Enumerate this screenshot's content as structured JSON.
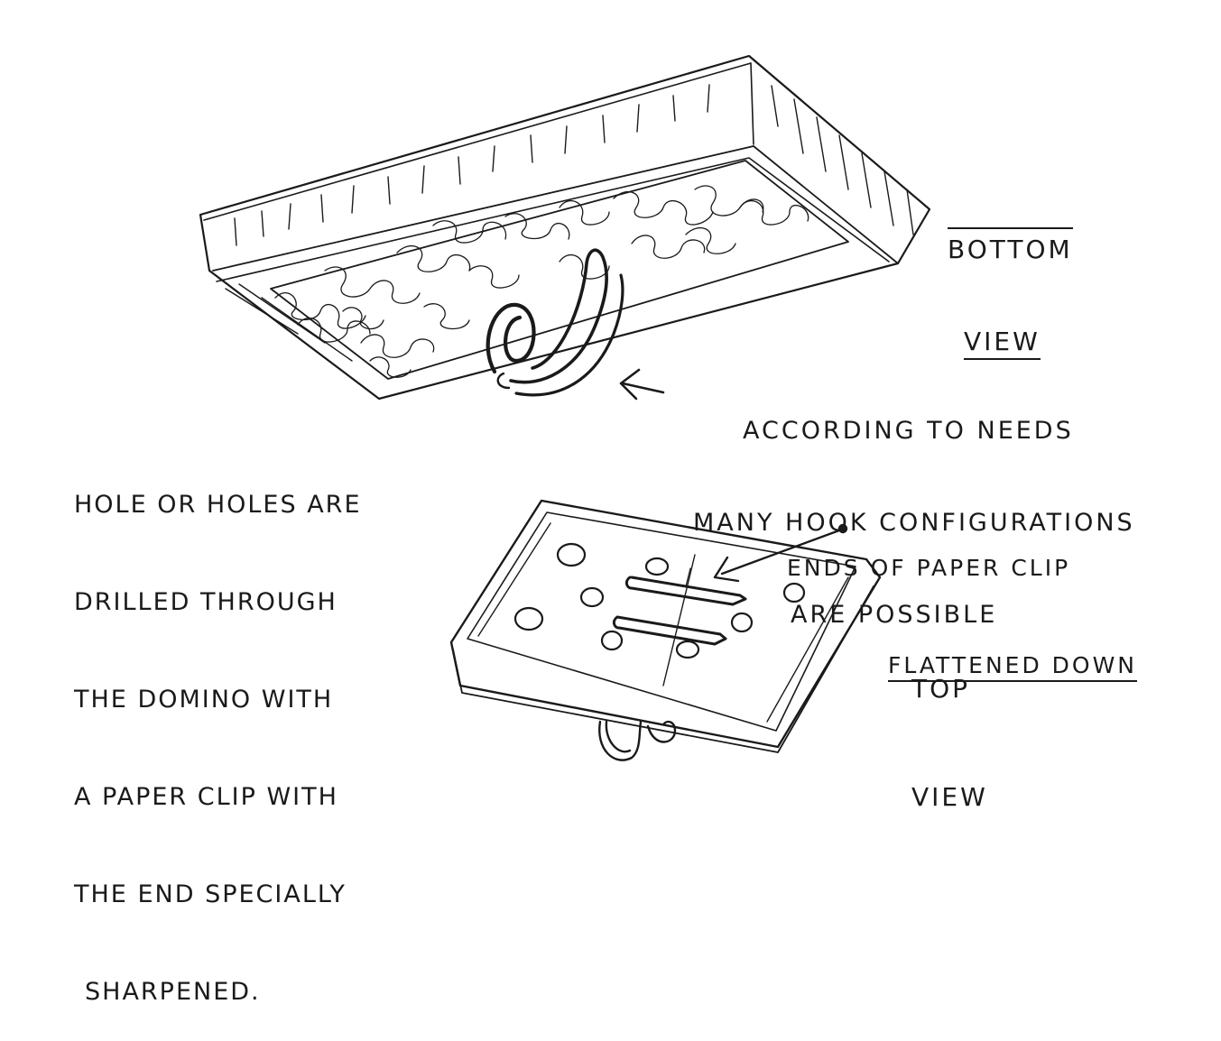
{
  "labels": {
    "bottom_view": [
      "BOTTOM",
      "VIEW"
    ],
    "top_view": [
      "TOP",
      "VIEW"
    ],
    "hook_note": [
      "ACCORDING TO NEEDS",
      "MANY HOOK CONFIGURATIONS",
      "ARE POSSIBLE"
    ],
    "ends_note": [
      "ENDS OF PAPER CLIP",
      "FLATTENED DOWN"
    ],
    "hole_note": [
      "HOLE OR HOLES ARE",
      "DRILLED THROUGH",
      "THE DOMINO WITH",
      "A PAPER CLIP WITH",
      "THE END SPECIALLY",
      "SHARPENED."
    ]
  }
}
